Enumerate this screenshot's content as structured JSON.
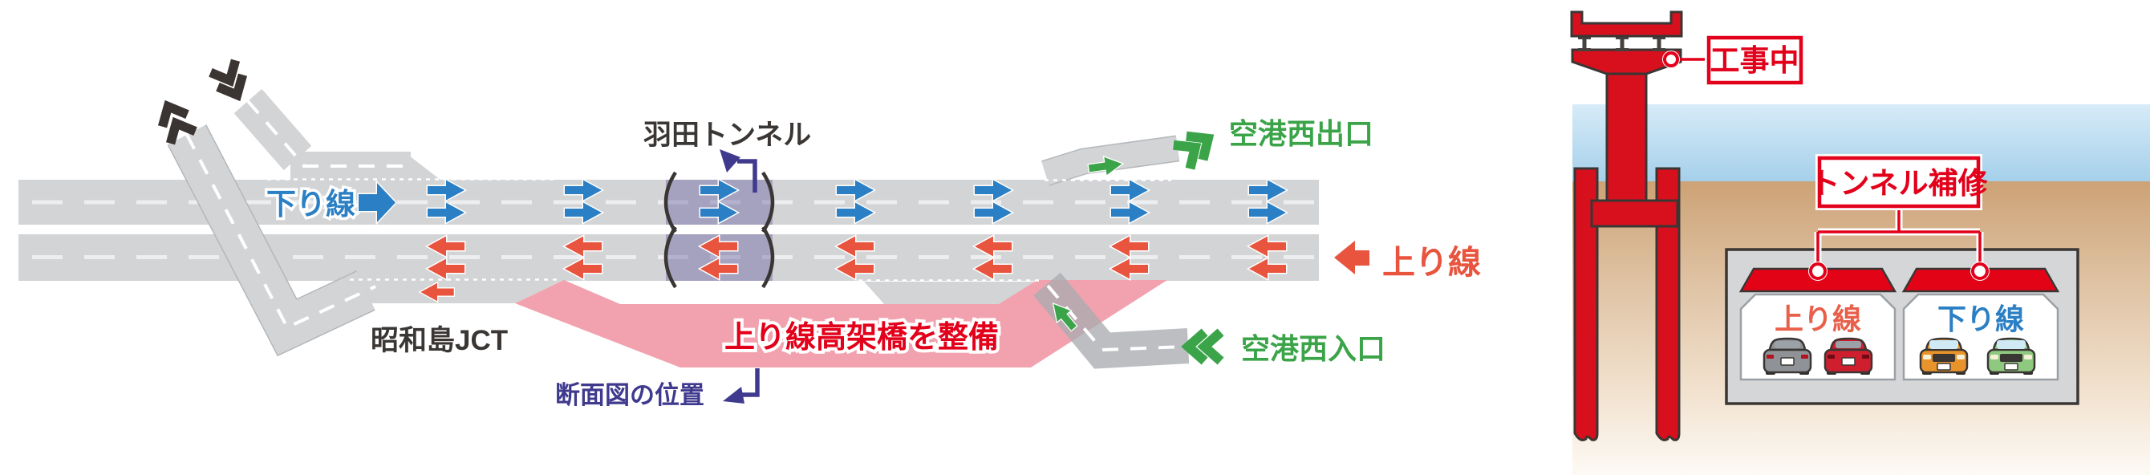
{
  "plan": {
    "down_line_label": "下り線",
    "up_line_label": "上り線",
    "tunnel_label": "羽田トンネル",
    "exit_label": "空港西出口",
    "entrance_label": "空港西入口",
    "junction_label": "昭和島JCT",
    "viaduct_note": "上り線高架橋を整備",
    "section_marker_label": "断面図の位置"
  },
  "section": {
    "under_construction_label": "工事中",
    "tunnel_repair_label": "トンネル補修",
    "up_line_cell_label": "上り線",
    "down_line_cell_label": "下り線"
  },
  "colors": {
    "road_gray": "#d3d4d6",
    "down_line_blue": "#2b7fc4",
    "up_line_red": "#e8543e",
    "ramp_green": "#3ba449",
    "dark_charcoal": "#3a3634",
    "tunnel_purple_overlay": "#645ca0",
    "viaduct_pink": "#f2a2ae",
    "note_red": "#e2001a",
    "structure_red": "#d8101e",
    "leader_navy": "#403a8e",
    "water_blue_top": "#d7ebf8",
    "water_blue_bottom": "#a5d0ea",
    "ground_tan": "#cda276"
  }
}
